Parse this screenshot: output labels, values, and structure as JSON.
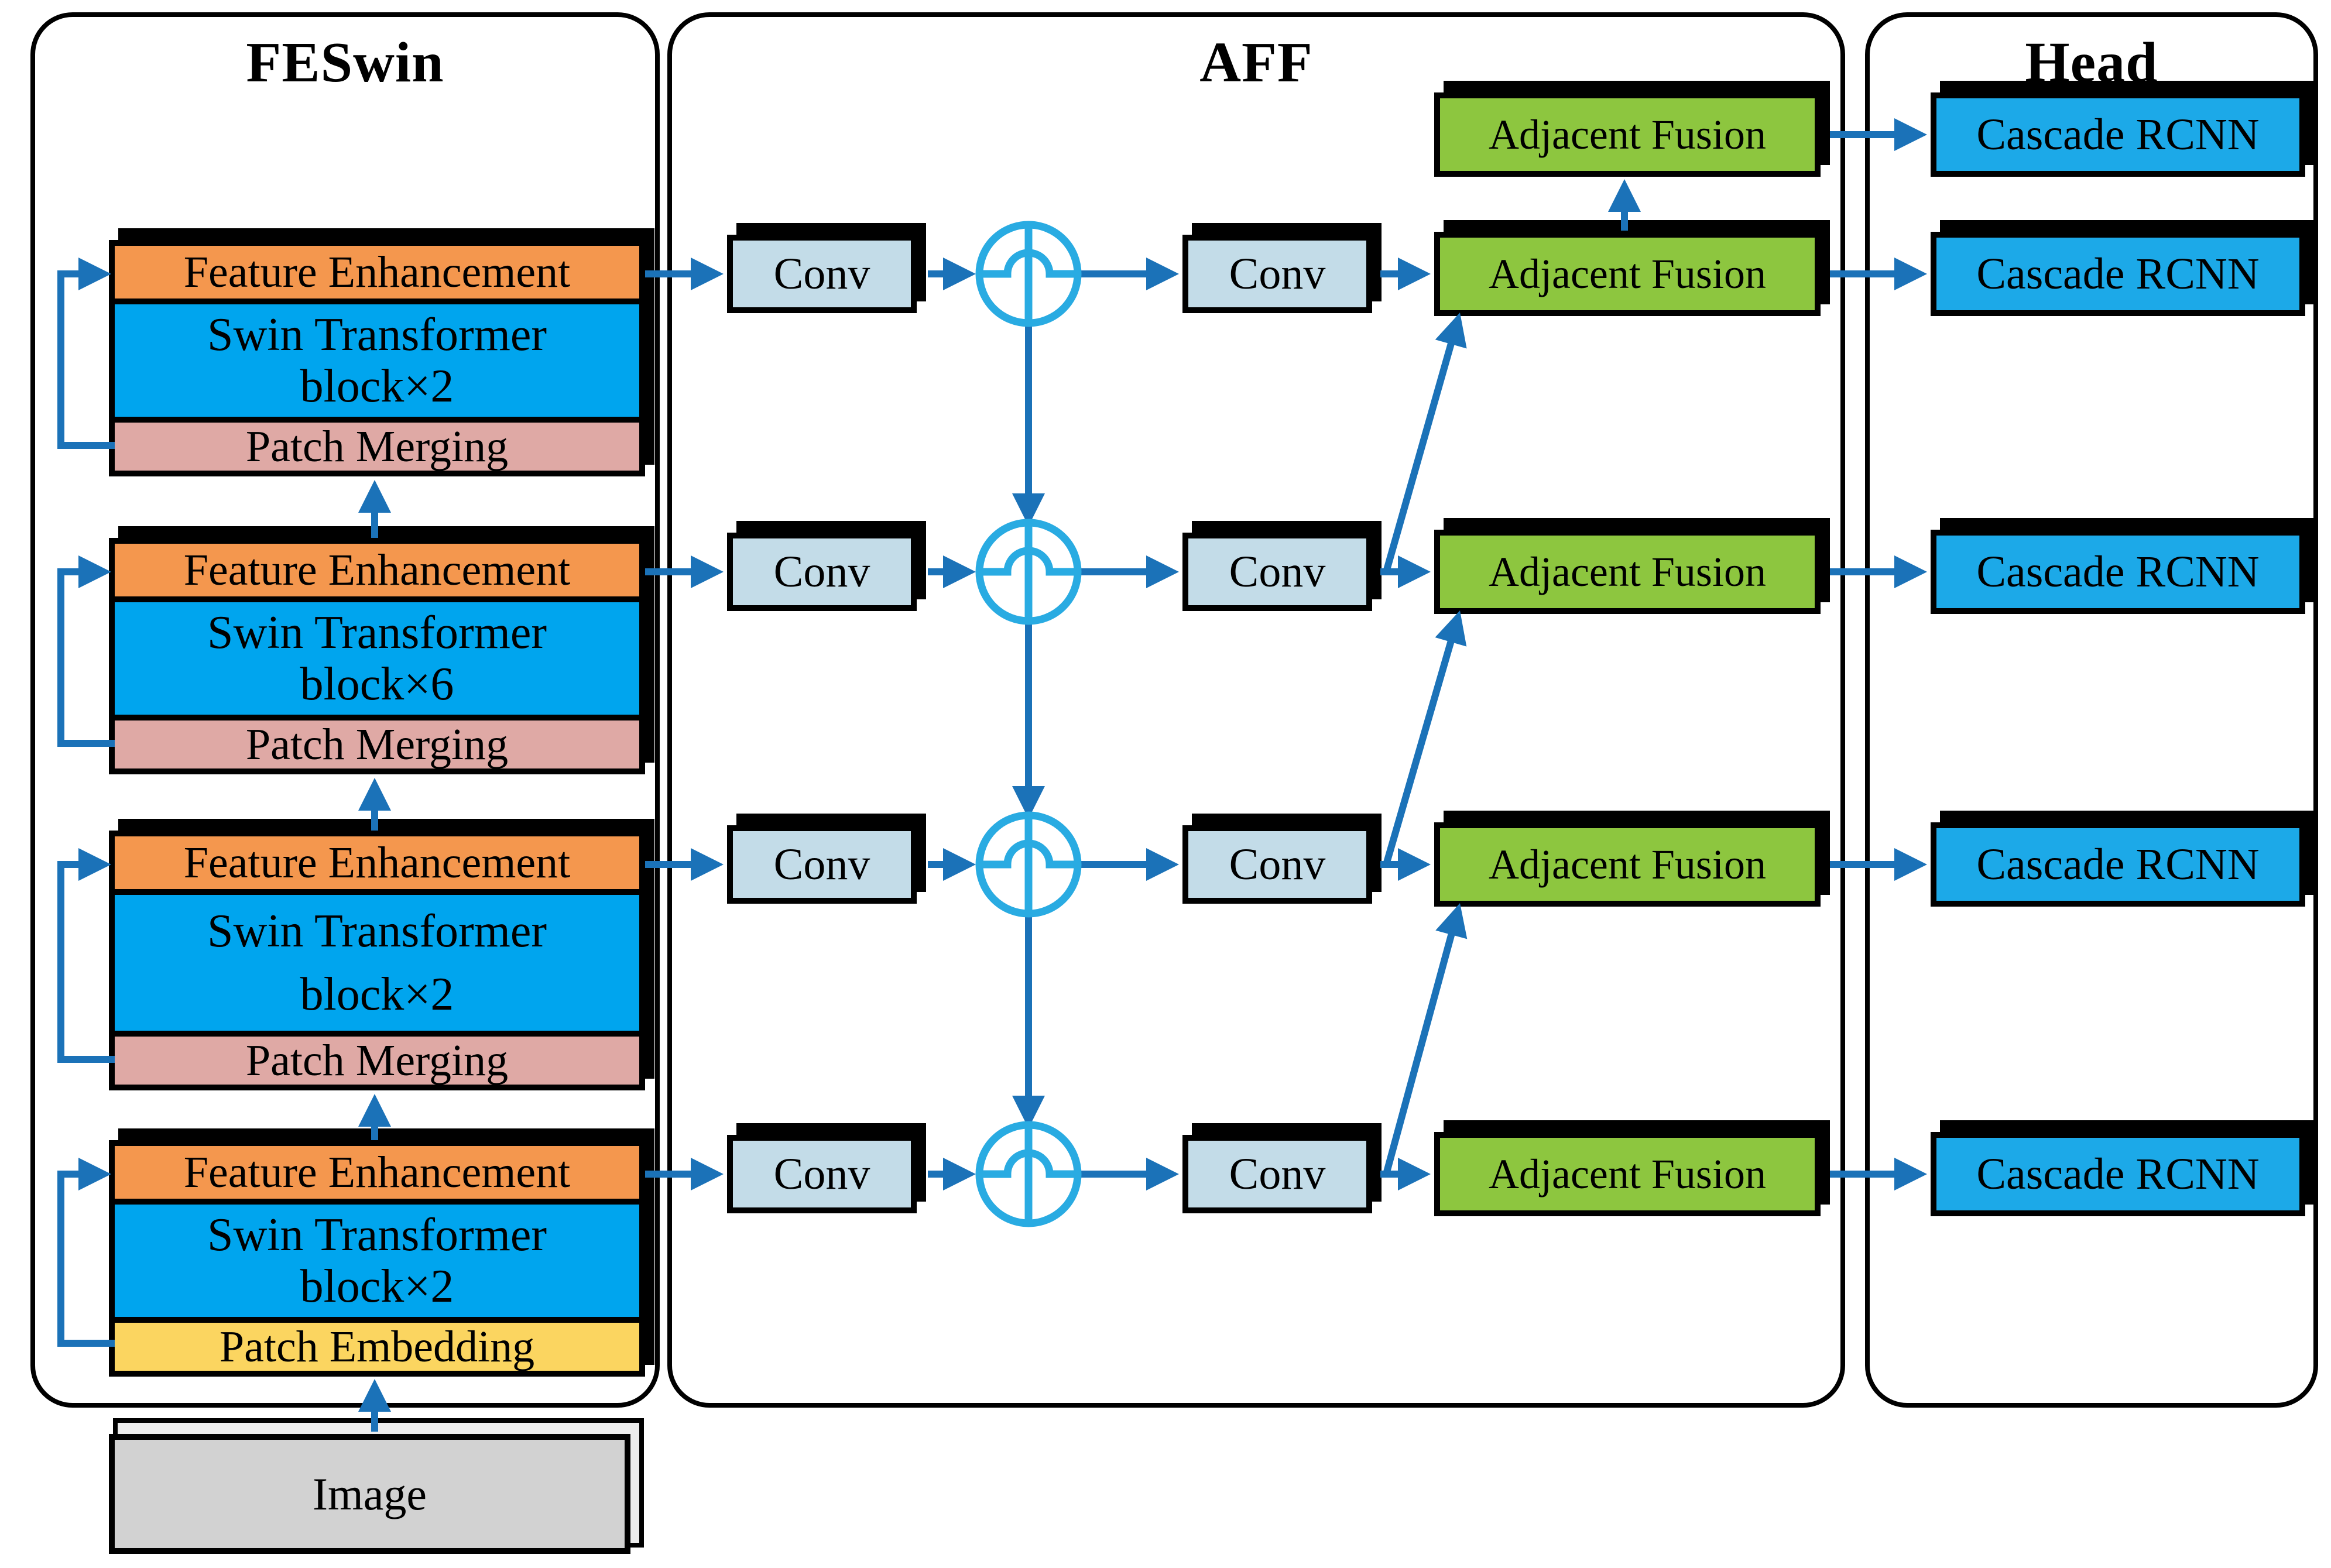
{
  "panels": {
    "backbone": {
      "title": "FESwin"
    },
    "neck": {
      "title": "AFF"
    },
    "head": {
      "title": "Head"
    }
  },
  "backbone": {
    "stages": [
      {
        "enhance": "Feature Enhancement",
        "swin_line1": "Swin Transformer",
        "swin_line2": "block×2",
        "reduce": "Patch Merging"
      },
      {
        "enhance": "Feature Enhancement",
        "swin_line1": "Swin Transformer",
        "swin_line2": "block×6",
        "reduce": "Patch Merging"
      },
      {
        "enhance": "Feature Enhancement",
        "swin_line1": "Swin Transformer",
        "swin_line2": "block×2",
        "reduce": "Patch Merging"
      },
      {
        "enhance": "Feature Enhancement",
        "swin_line1": "Swin Transformer",
        "swin_line2": "block×2",
        "reduce": "Patch Embedding"
      }
    ],
    "input_label": "Image"
  },
  "neck": {
    "conv_label": "Conv",
    "fusion_label": "Adjacent Fusion"
  },
  "head_panel": {
    "detector_label": "Cascade RCNN"
  },
  "colors": {
    "arrow": "#1b72b8",
    "sum_node": "#29abe2",
    "enhance": "#f4974e",
    "swin": "#00a5ee",
    "merging": "#dfa9a5",
    "embedding": "#fbd560",
    "fusion": "#8dc63f",
    "conv": "#c3dce8",
    "rcnn": "#1ca9e8",
    "image": "#d2d2d2",
    "outline": "#000000",
    "background": "#ffffff"
  }
}
